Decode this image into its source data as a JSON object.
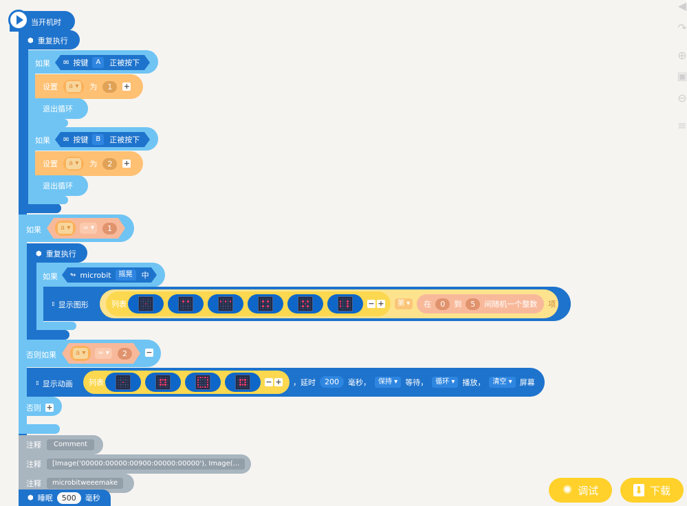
{
  "hat": {
    "label": "当开机时"
  },
  "forever1": {
    "label": "重复执行"
  },
  "if1": {
    "if_label": "如果",
    "button_label": "按键",
    "button_name": "A",
    "pressed_label": "正被按下",
    "set_label": "设置",
    "var": "a",
    "to_label": "为",
    "value": "1",
    "break_label": "退出循环"
  },
  "if2": {
    "if_label": "如果",
    "button_label": "按键",
    "button_name": "B",
    "pressed_label": "正被按下",
    "set_label": "设置",
    "var": "a",
    "to_label": "为",
    "value": "2",
    "break_label": "退出循环"
  },
  "if3": {
    "if_label": "如果",
    "var": "a",
    "op": "=",
    "value": "1"
  },
  "forever2": {
    "label": "重复执行"
  },
  "if4": {
    "if_label": "如果",
    "microbit_label": "microbit",
    "gesture": "摇晃",
    "mid_label": "中"
  },
  "show_image": {
    "label": "显示图形",
    "list_label": "列表",
    "index_label": "第",
    "from_label": "在",
    "from_val": "0",
    "to_label": "到",
    "to_val": "5",
    "rand_label": "间随机一个整数",
    "item_label": "项"
  },
  "elseif": {
    "label": "否则如果",
    "var": "a",
    "op": "=",
    "value": "2"
  },
  "show_anim": {
    "label": "显示动画",
    "list_label": "列表",
    "delay_label": "，延时",
    "delay_val": "200",
    "ms_label": "毫秒，",
    "keep_label": "保持",
    "wait_label": "等待，",
    "loop_label": "循环",
    "play_label": "播放，",
    "clear_label": "清空",
    "screen_label": "屏幕"
  },
  "else": {
    "label": "否则"
  },
  "comments": [
    {
      "label": "注释",
      "value": "Comment"
    },
    {
      "label": "注释",
      "value": "[Image('00000:00000:00900:00000:00000'), Image(..."
    },
    {
      "label": "注释",
      "value": "microbitweeemake"
    }
  ],
  "sleep": {
    "label": "睡眠",
    "value": "500",
    "unit": "毫秒"
  },
  "buttons": {
    "debug": "调试",
    "download": "下载"
  },
  "colors": {
    "control": "#1e73cc",
    "logic": "#6fc4f3",
    "variable": "#fec073",
    "comment": "#a9b5bf",
    "accent": "#ffd12a"
  },
  "matrices_show": [
    [
      0,
      0,
      0,
      0,
      0,
      0,
      0,
      0,
      0,
      0,
      0,
      0,
      1,
      0,
      0,
      0,
      0,
      0,
      0,
      0,
      0,
      0,
      0,
      0,
      0
    ],
    [
      0,
      0,
      0,
      0,
      0,
      0,
      1,
      0,
      1,
      0,
      0,
      0,
      0,
      0,
      0,
      0,
      0,
      0,
      0,
      0,
      0,
      0,
      0,
      0,
      0
    ],
    [
      0,
      0,
      0,
      0,
      0,
      1,
      0,
      1,
      0,
      1,
      0,
      0,
      0,
      0,
      0,
      0,
      0,
      0,
      0,
      0,
      0,
      0,
      0,
      0,
      0
    ],
    [
      0,
      0,
      0,
      0,
      0,
      0,
      1,
      0,
      1,
      0,
      0,
      0,
      0,
      0,
      0,
      0,
      1,
      0,
      1,
      0,
      0,
      0,
      0,
      0,
      0
    ],
    [
      0,
      0,
      0,
      0,
      0,
      0,
      1,
      0,
      1,
      0,
      0,
      0,
      1,
      0,
      0,
      0,
      1,
      0,
      1,
      0,
      0,
      0,
      0,
      0,
      0
    ],
    [
      0,
      0,
      0,
      0,
      0,
      1,
      0,
      0,
      1,
      0,
      1,
      0,
      0,
      1,
      0,
      1,
      0,
      0,
      1,
      0,
      0,
      0,
      0,
      0,
      0
    ]
  ],
  "matrices_anim": [
    [
      0,
      0,
      0,
      0,
      0,
      0,
      0,
      0,
      0,
      0,
      0,
      0,
      1,
      0,
      0,
      0,
      0,
      0,
      0,
      0,
      0,
      0,
      0,
      0,
      0
    ],
    [
      0,
      0,
      0,
      0,
      0,
      0,
      1,
      1,
      1,
      0,
      0,
      1,
      0,
      1,
      0,
      0,
      1,
      1,
      1,
      0,
      0,
      0,
      0,
      0,
      0
    ],
    [
      1,
      1,
      1,
      1,
      1,
      1,
      0,
      0,
      0,
      1,
      1,
      0,
      0,
      0,
      1,
      1,
      0,
      0,
      0,
      1,
      1,
      1,
      1,
      1,
      1
    ],
    [
      0,
      0,
      0,
      0,
      0,
      0,
      1,
      1,
      1,
      0,
      0,
      1,
      0,
      1,
      0,
      0,
      1,
      1,
      1,
      0,
      0,
      0,
      0,
      0,
      0
    ]
  ]
}
